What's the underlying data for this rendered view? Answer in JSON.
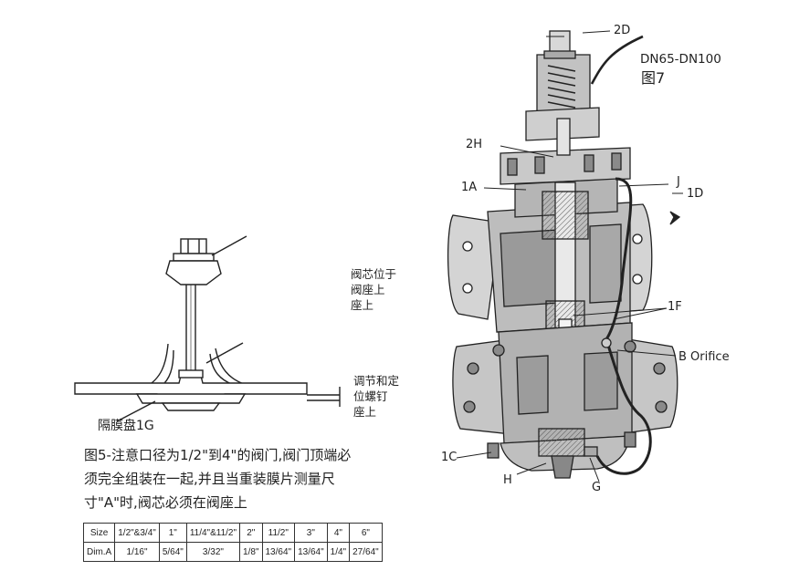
{
  "left_diagram": {
    "label_1g": "隔膜盘1G",
    "note_plug": [
      "阀芯位于",
      "阀座上",
      "座上"
    ],
    "note_screw": [
      "调节和定",
      "位螺钉",
      "座上"
    ]
  },
  "figure5": {
    "caption_lines": [
      "图5-注意口径为1/2\"到4\"的阀门,阀门顶端必",
      "须完全组装在一起,并且当重装膜片测量尺",
      "寸\"A\"时,阀芯必须在阀座上"
    ]
  },
  "size_table": {
    "rows": [
      [
        "Size",
        "1/2\"&3/4\"",
        "1\"",
        "11/4\"&11/2\"",
        "2\"",
        "11/2\"",
        "3\"",
        "4\"",
        "6\""
      ],
      [
        "Dim.A",
        "1/16\"",
        "5/64\"",
        "3/32\"",
        "1/8\"",
        "13/64\"",
        "13/64\"",
        "1/4\"",
        "27/64\""
      ]
    ]
  },
  "figure7": {
    "model": "DN65-DN100",
    "title": "图7",
    "labels": {
      "l2d": "2D",
      "l2h": "2H",
      "l1a": "1A",
      "lj": "J",
      "l1d": "1D",
      "l1f": "1F",
      "lb": "B Orifice",
      "l1c": "1C",
      "lh": "H",
      "lg": "G"
    }
  }
}
